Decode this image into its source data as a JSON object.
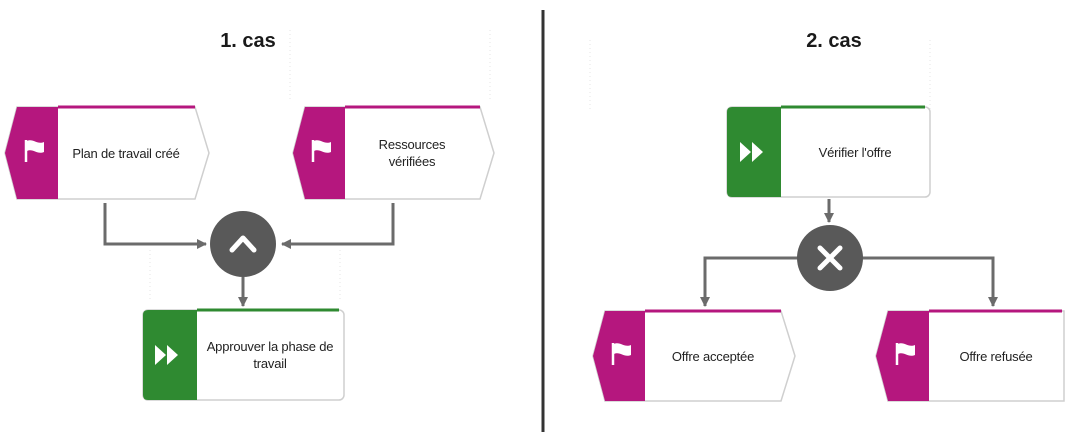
{
  "case1": {
    "title": "1. cas",
    "event_plan": "Plan de travail créé",
    "event_ressources": "Ressources vérifiées",
    "operator": "and",
    "function_approuver": "Approuver la phase de travail"
  },
  "case2": {
    "title": "2. cas",
    "function_verifier": "Vérifier l'offre",
    "operator": "xor",
    "event_acceptee": "Offre acceptée",
    "event_refusee": "Offre refusée"
  },
  "colors": {
    "event": "#b5177e",
    "function": "#2f8a31",
    "operator": "#595959",
    "connector": "#6b6b6b",
    "divider": "#333333"
  }
}
